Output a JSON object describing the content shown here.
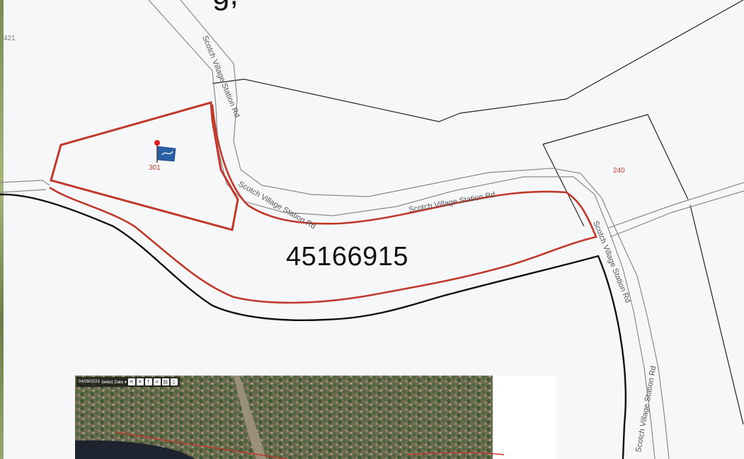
{
  "heading_fragment": "g,",
  "parcel_id": "45166915",
  "lots": {
    "north_west": "421",
    "subject": "301",
    "east": "240"
  },
  "roads": {
    "north": "Scotch Village Station Rd",
    "middle": "Scotch Village Station Rd",
    "middle_east": "Scotch Village Station Rd",
    "junction": "Scotch Village Station Rd",
    "south": "Scotch Village Station Rd"
  },
  "inset": {
    "date": "04/09/2021",
    "select_date": "Select Date ▾",
    "tools": [
      "layers-icon",
      "tools-icon",
      "pin-icon",
      "close-icon",
      "report-icon",
      "panel-icon"
    ]
  },
  "colors": {
    "parcel_highlight": "#c0392b",
    "boundary": "#111111",
    "road": "#888888",
    "lot_number": "#c0392b"
  }
}
